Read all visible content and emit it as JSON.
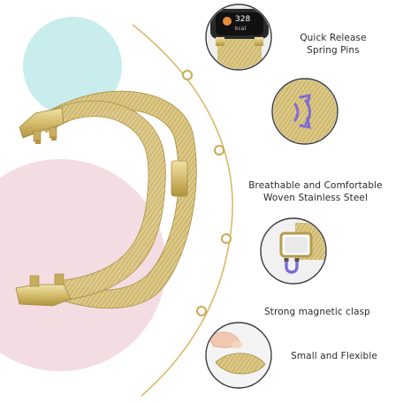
{
  "features": [
    {
      "line1": "Quick Release",
      "line2": "Spring Pins"
    },
    {
      "line1": "Breathable and Comfortable",
      "line2": "Woven Stainless Steel"
    },
    {
      "line1": "Strong magnetic clasp",
      "line2": ""
    },
    {
      "line1": "Small and Flexible",
      "line2": ""
    }
  ],
  "watch_screen": {
    "value": "328",
    "unit": "kcal"
  },
  "colors": {
    "gold": "#d8c27a",
    "gold_dark": "#a88c3f",
    "mint_circle": "#c9ecec",
    "pink_circle": "#f3dde2",
    "arc": "#d9b96a",
    "purple_arrow": "#7f6bd6"
  },
  "icons": [
    "watch-closeup-icon",
    "double-arrow-icon",
    "magnet-clasp-icon",
    "pinch-hand-icon"
  ]
}
